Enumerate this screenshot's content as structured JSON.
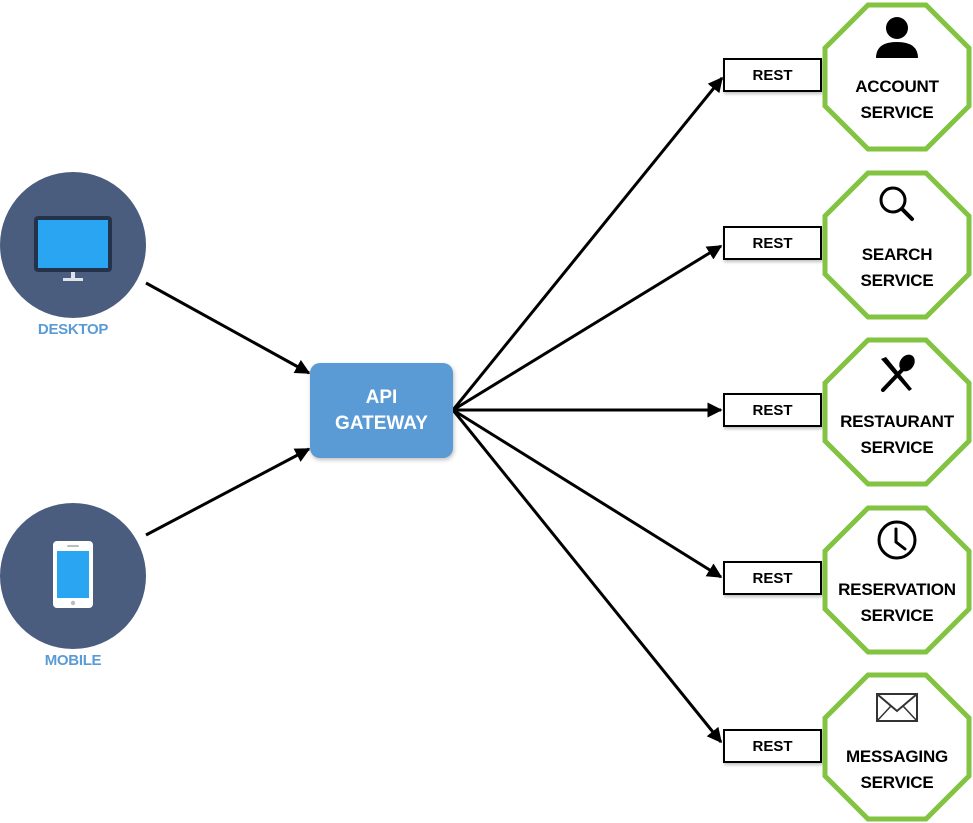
{
  "diagram": {
    "title": "API Gateway Microservices Architecture",
    "clients": [
      {
        "id": "desktop",
        "label": "DESKTOP",
        "icon": "desktop-monitor-icon"
      },
      {
        "id": "mobile",
        "label": "MOBILE",
        "icon": "mobile-phone-icon"
      }
    ],
    "gateway": {
      "line1": "API",
      "line2": "GATEWAY"
    },
    "protocol_label": "REST",
    "services": [
      {
        "id": "account",
        "line1": "ACCOUNT",
        "line2": "SERVICE",
        "icon": "user-icon",
        "protocol": "REST"
      },
      {
        "id": "search",
        "line1": "SEARCH",
        "line2": "SERVICE",
        "icon": "magnifier-icon",
        "protocol": "REST"
      },
      {
        "id": "restaurant",
        "line1": "RESTAURANT",
        "line2": "SERVICE",
        "icon": "fork-spoon-icon",
        "protocol": "REST"
      },
      {
        "id": "reservation",
        "line1": "RESERVATION",
        "line2": "SERVICE",
        "icon": "clock-icon",
        "protocol": "REST"
      },
      {
        "id": "messaging",
        "line1": "MESSAGING",
        "line2": "SERVICE",
        "icon": "envelope-icon",
        "protocol": "REST"
      }
    ],
    "edges": [
      {
        "from": "desktop",
        "to": "gateway"
      },
      {
        "from": "mobile",
        "to": "gateway"
      },
      {
        "from": "gateway",
        "to": "account"
      },
      {
        "from": "gateway",
        "to": "search"
      },
      {
        "from": "gateway",
        "to": "restaurant"
      },
      {
        "from": "gateway",
        "to": "reservation"
      },
      {
        "from": "gateway",
        "to": "messaging"
      }
    ],
    "colors": {
      "client_circle": "#4b5d7e",
      "client_label": "#5b9bd5",
      "screen_blue": "#2aa5f2",
      "gateway": "#5b9bd5",
      "service_border": "#82c341",
      "edge": "#000000"
    }
  }
}
